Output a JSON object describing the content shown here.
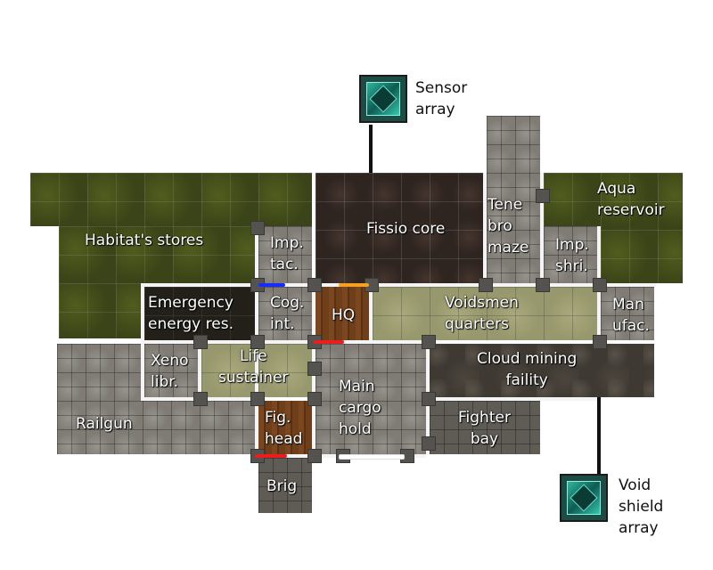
{
  "map": {
    "rooms": {
      "habitats_stores": "Habitat's stores",
      "fissio_core": "Fissio core",
      "tenebro_maze": "Tene\nbro\nmaze",
      "aqua_reservoir": "Aqua\nreservoir",
      "imp_tac": "Imp.\ntac.",
      "imp_shri": "Imp.\nshri.",
      "emergency_energy": "Emergency\nenergy res.",
      "cog_int": "Cog.\nint.",
      "hq": "HQ",
      "voidsmen_quarters": "Voidsmen\nquarters",
      "manufac": "Man\nufac.",
      "xeno_libr": "Xeno\nlibr.",
      "life_sustainer": "Life\nsustainer",
      "main_cargo_hold": "Main\ncargo\nhold",
      "cloud_mining": "Cloud mining\nfaility",
      "railgun": "Railgun",
      "fig_head": "Fig.\nhead",
      "fighter_bay": "Fighter\nbay",
      "brig": "Brig"
    },
    "devices": {
      "sensor_array": "Sensor\narray",
      "void_shield_array": "Void\nshield\narray"
    },
    "door_colors": {
      "blue": "#1a2bff",
      "orange": "#f5a020",
      "red": "#ee1c1c",
      "white": "#ffffff"
    }
  }
}
